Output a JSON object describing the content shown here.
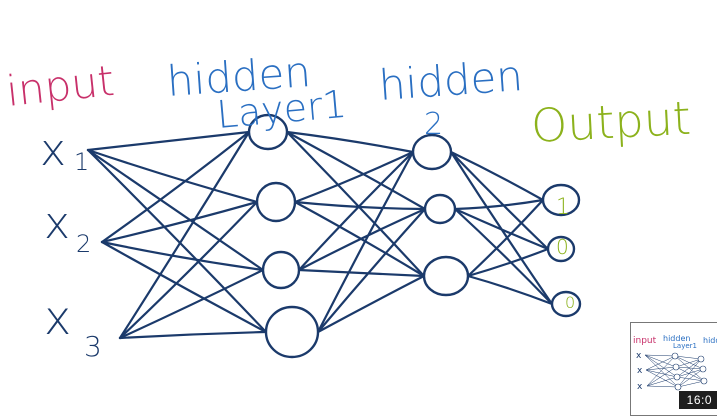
{
  "colors": {
    "ink": "#1b3a6b",
    "input_label": "#c8306a",
    "hidden_label": "#2a6fc2",
    "output_label": "#8cb21c",
    "output_values": "#8cb21c"
  },
  "labels": {
    "input": "input",
    "hidden1_top": "hidden",
    "hidden1_bottom": "Layer1",
    "hidden2_top": "hidden",
    "hidden2_bottom": "2",
    "output": "Output"
  },
  "inputs": [
    {
      "var": "x",
      "sub": "1"
    },
    {
      "var": "x",
      "sub": "2"
    },
    {
      "var": "x",
      "sub": "3"
    }
  ],
  "outputs": [
    "1",
    "0",
    "0"
  ],
  "video": {
    "timestamp": "16:0"
  }
}
